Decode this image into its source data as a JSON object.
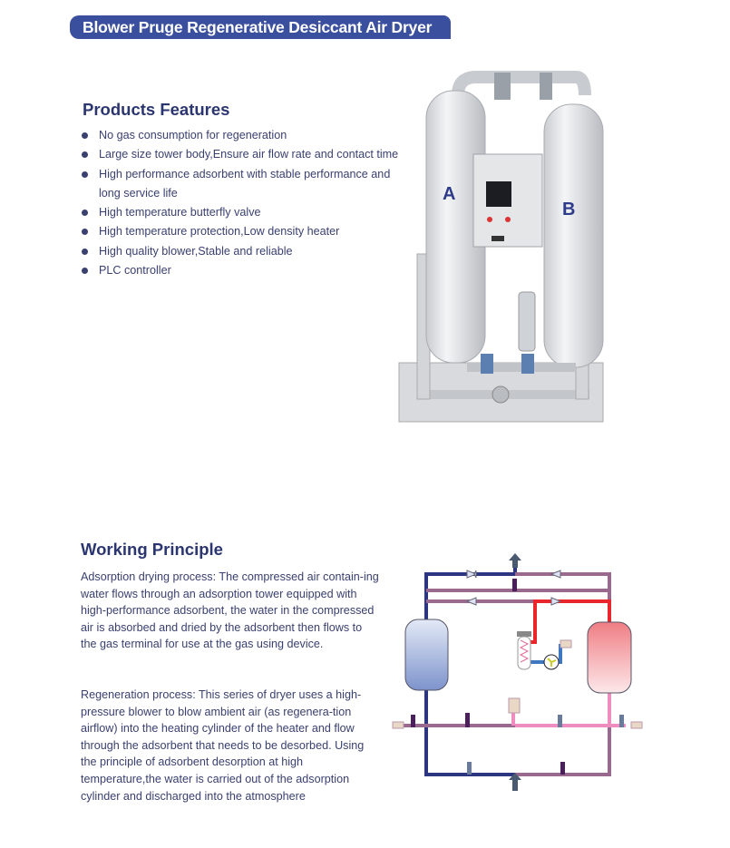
{
  "banner": {
    "title": "Blower Pruge Regenerative Desiccant Air Dryer"
  },
  "features": {
    "heading": "Products Features",
    "items": [
      "No gas consumption for regeneration",
      "Large size tower body,Ensure air flow rate and contact time",
      "High performance adsorbent with stable performance and long service life",
      "High temperature butterfly valve",
      "High temperature protection,Low density heater",
      "High quality blower,Stable and reliable",
      "PLC controller"
    ]
  },
  "product_image": {
    "tower_a_label": "A",
    "tower_b_label": "B"
  },
  "working_principle": {
    "heading": "Working Principle",
    "adsorption": "Adsorption drying process:   The compressed air contain-ing water flows through an adsorption tower equipped with high-performance adsorbent, the water in the compressed air is absorbed and dried by the adsorbent then flows to the gas terminal for use at the gas using device.",
    "regeneration": "Regeneration process:  This series of dryer uses a high-pressure blower to blow ambient air (as regenera-tion airflow) into the heating cylinder of the heater and flow through the adsorbent that needs to be desorbed. Using the principle of adsorbent desorption at high temperature,the water is carried out of the adsorption cylinder and discharged into the atmosphere"
  },
  "colors": {
    "brand": "#3a4f9e",
    "heading": "#2b3670",
    "dry_pipe": "#2c3580",
    "wet_pipe": "#9a6a8e",
    "hot_pipe": "#e8262b",
    "regen_pipe": "#ef8cc0"
  }
}
